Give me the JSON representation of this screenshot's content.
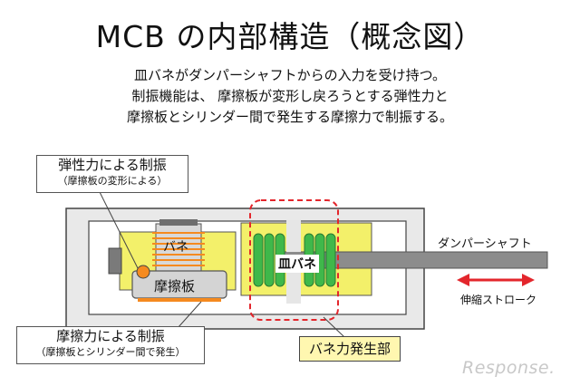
{
  "title": "MCB の内部構造（概念図）",
  "description": [
    "皿バネがダンパーシャフトからの入力を受け持つ。",
    "制振機能は、 摩擦板が変形し戻ろうとする弾性力と",
    "摩擦板とシリンダー間で発生する摩擦力で制振する。"
  ],
  "callouts": {
    "elastic_main": "弾性力による制振",
    "elastic_sub": "（摩擦板の変形による）",
    "friction_main": "摩擦力による制振",
    "friction_sub": "（摩擦板とシリンダー間で発生）"
  },
  "labels": {
    "spring": "バネ",
    "friction_plate": "摩擦板",
    "disc_spring": "皿バネ",
    "damper_shaft": "ダンパーシャフト",
    "stroke": "伸縮ストローク",
    "spring_force_section": "バネ力発生部"
  },
  "watermark": "Response.",
  "colors": {
    "housing_fill": "#e9e9e9",
    "yellow": "#f3f06a",
    "green": "#3fb84a",
    "orange": "#f58a1f",
    "red_dash": "#e3262c",
    "shaft_gray": "#8c8c8c",
    "arrow_red": "#e3262c"
  }
}
